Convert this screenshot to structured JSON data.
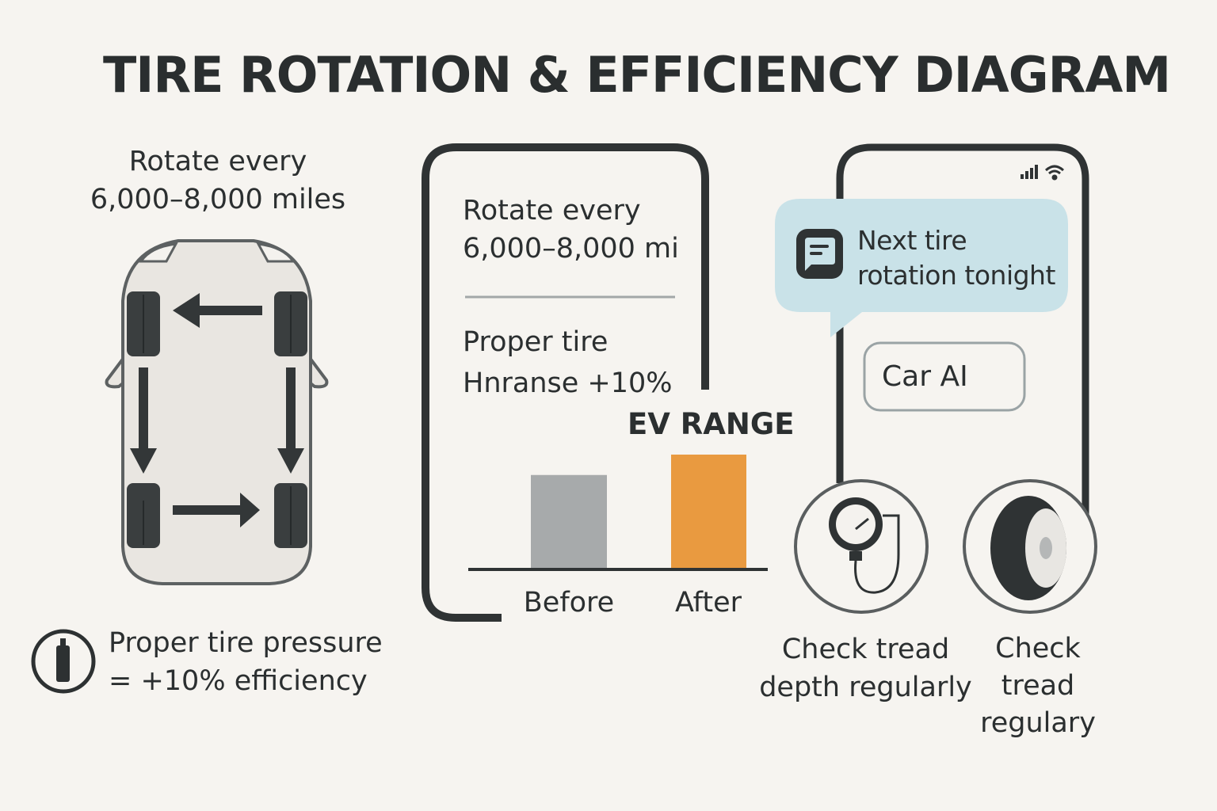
{
  "title": "TIRE ROTATION & EFFICIENCY DIAGRAM",
  "left": {
    "rotate_line1": "Rotate every",
    "rotate_line2": "6,000–8,000 miles",
    "pressure_line1": "Proper tire pressure",
    "pressure_line2": "= +10% efficiency",
    "pressure_icon": "tire-pressure-canister-icon",
    "car_icon": "car-top-view-with-rotation-arrows"
  },
  "card": {
    "rotate_line1": "Rotate every",
    "rotate_line2": "6,000–8,000 mi",
    "range_line1": "Proper tire",
    "range_line2": "Hnranse +10%"
  },
  "ev_chart": {
    "title": "EV RANGE",
    "categories": [
      "Before",
      "After"
    ],
    "relative_values": [
      82,
      100
    ],
    "colors": [
      "#a7aaab",
      "#e99a40"
    ]
  },
  "phone": {
    "notification_line1": "Next tire",
    "notification_line2": "rotation tonight",
    "button_label": "Car AI",
    "bubble_color": "#c9e2e8",
    "status_icons": [
      "signal-icon",
      "wifi-icon"
    ]
  },
  "tips": [
    {
      "icon": "pressure-gauge-icon",
      "line1": "Check tread",
      "line2": "depth regularly",
      "line3": ""
    },
    {
      "icon": "tire-icon",
      "line1": "Check",
      "line2": "tread",
      "line3": "regulary"
    }
  ]
}
